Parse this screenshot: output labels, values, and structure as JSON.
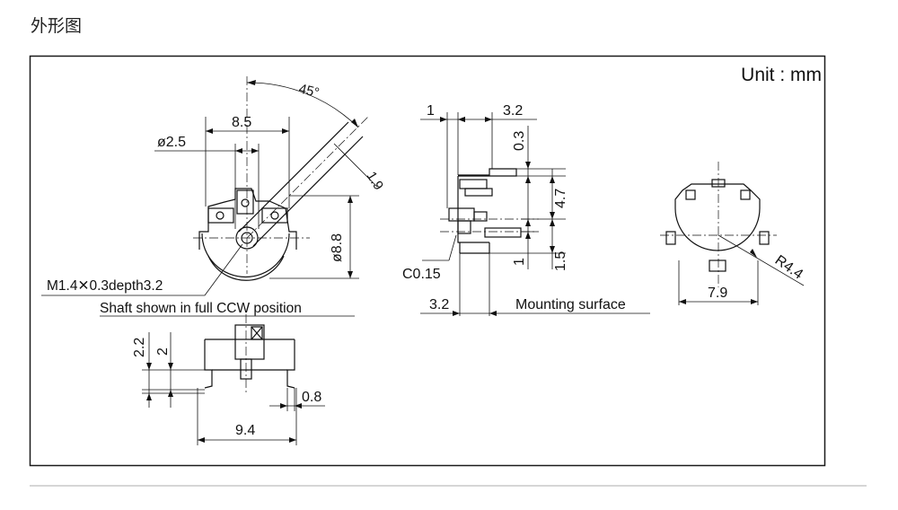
{
  "heading": "外形图",
  "unit_label": "Unit : mm",
  "front_view": {
    "dim_angle": "45°",
    "dim_width_top": "8.5",
    "dim_shaft_dia": "ø2.5",
    "dim_slot": "1.9",
    "dim_body_dia": "ø8.8",
    "note_thread": "M1.4✕0.3depth3.2",
    "note_shaft": "Shaft shown in full CCW position"
  },
  "side_view": {
    "dim_top_small": "1",
    "dim_top_width": "3.2",
    "dim_03": "0.3",
    "dim_47": "4.7",
    "dim_1": "1",
    "dim_15": "1.5",
    "dim_chamfer": "C0.15",
    "dim_bottom_width": "3.2",
    "note_mounting": "Mounting surface"
  },
  "rear_view": {
    "dim_radius": "R4.4",
    "dim_width": "7.9"
  },
  "bottom_view": {
    "dim_22": "2.2",
    "dim_2": "2",
    "dim_08": "0.8",
    "dim_94": "9.4"
  }
}
